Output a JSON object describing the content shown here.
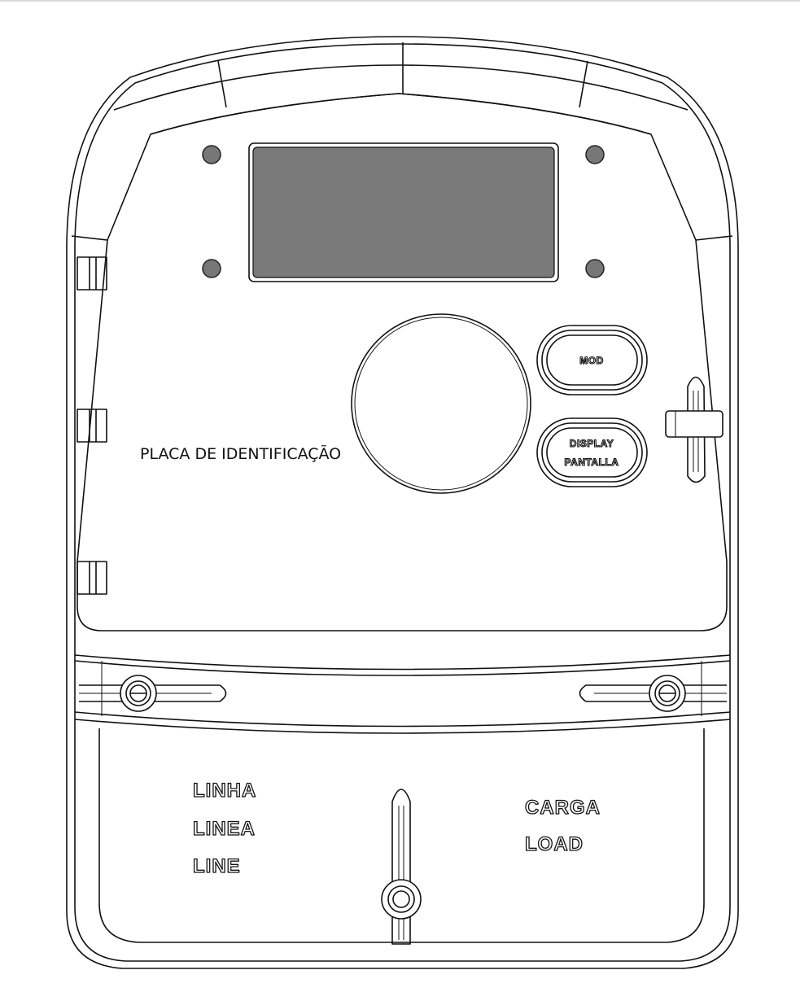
{
  "nameplate": {
    "label": "PLACA DE IDENTIFICAÇÃO"
  },
  "buttons": {
    "mod_label": "MOD",
    "display_label_1": "DISPLAY",
    "display_label_2": "PANTALLA"
  },
  "terminals": {
    "line_labels": [
      "LINHA",
      "LINEA",
      "LINE"
    ],
    "load_labels": [
      "CARGA",
      "LOAD"
    ]
  },
  "colors": {
    "outline": "#111111",
    "screen": "#7a7a7a",
    "screw_holes": "#777777",
    "background": "#ffffff"
  }
}
